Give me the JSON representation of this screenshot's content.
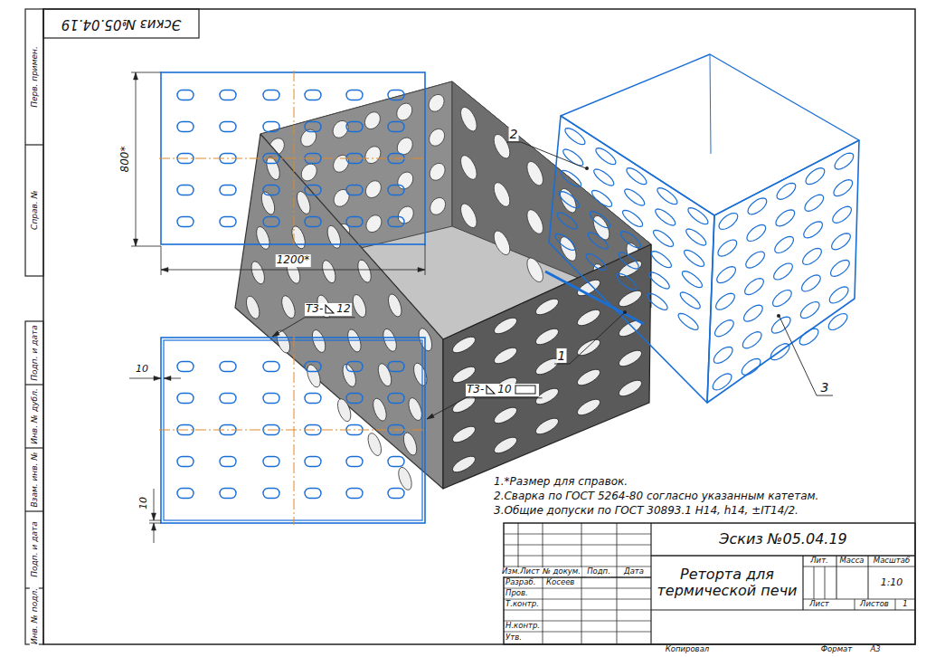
{
  "diagram": {
    "title": "Реторта для термической печи",
    "labels": [
      "Эскиз №05.04.19",
      "Перв. примен.",
      "Справ. №",
      "Подп. и дата",
      "Инв. № дубл.",
      "Взам. инв. №",
      "Подп. и дата",
      "Инв. № подл.",
      "800*",
      "1200*",
      "Т3-",
      "12",
      "10",
      "Т3-",
      "10",
      "2",
      "1",
      "3",
      "10",
      "1.*Размер для справок.",
      "2.Сварка по ГОСТ 5264-80 согласно указанным катетам.",
      "3.Общие допуски по ГОСТ 30893.1 H14, h14, ±IT14/2.",
      "Эскиз №05.04.19",
      "Изм.",
      "Лист",
      "№ докум.",
      "Подп.",
      "Дата",
      "Разраб.",
      "Косеев",
      "Пров.",
      "Т.контр.",
      "Н.контр.",
      "Утв.",
      "Лит.",
      "Масса",
      "Масштаб",
      "1:10",
      "Лист",
      "Листов",
      "1",
      "Копировал",
      "Формат",
      "А3"
    ]
  }
}
